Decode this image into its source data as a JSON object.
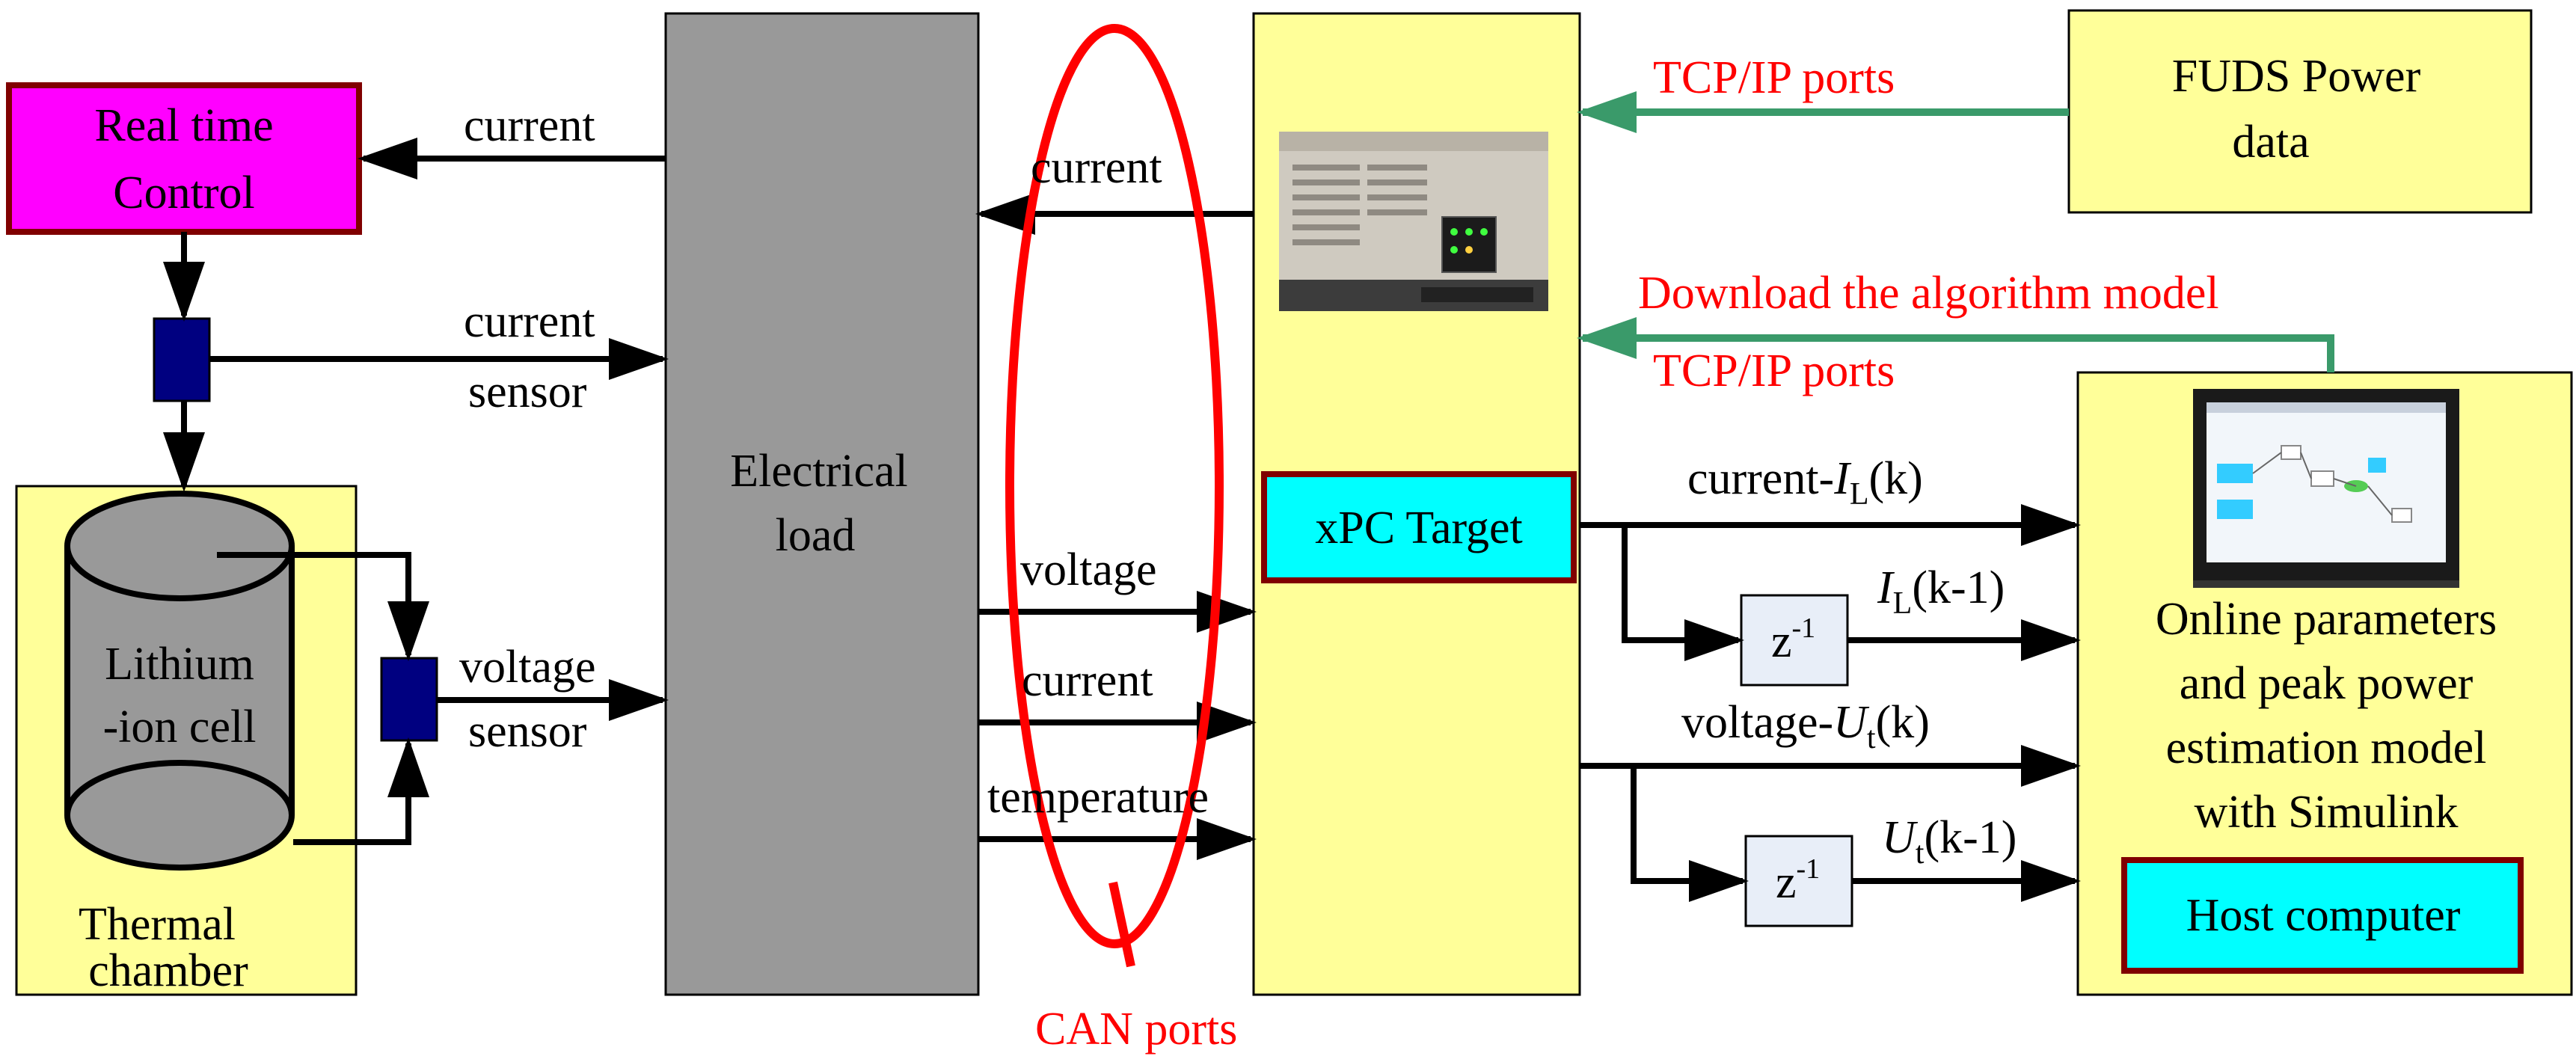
{
  "colors": {
    "yellow_fill": "#ffff99",
    "magenta_fill": "#ff00ff",
    "gray_fill": "#999999",
    "cyan_fill": "#00ffff",
    "dark_red_border": "#800000",
    "sensor_blue": "#000080",
    "arrow_green": "#3a9a6a",
    "annotation_red": "#ff0000",
    "zbox_fill": "#e8eef8"
  },
  "blocks": {
    "real_time_control": [
      "Real time",
      "Control"
    ],
    "thermal_chamber": [
      "Thermal",
      "chamber"
    ],
    "lithium_cell": [
      "Lithium",
      "-ion cell"
    ],
    "electrical_load": [
      "Electrical",
      "load"
    ],
    "xpc_target": "xPC Target",
    "fuds": [
      "FUDS Power",
      "data"
    ],
    "host_model": [
      "Online parameters",
      "and peak power",
      "estimation model",
      "with Simulink"
    ],
    "host_computer": "Host computer",
    "delay_1": {
      "base": "z",
      "exp": "-1"
    },
    "delay_2": {
      "base": "z",
      "exp": "-1"
    }
  },
  "labels": {
    "current_to_rtc": "current",
    "current_sensor": [
      "current",
      "sensor"
    ],
    "voltage_sensor": [
      "voltage",
      "sensor"
    ],
    "current_from_xpc": "current",
    "voltage_can": "voltage",
    "current_can": "current",
    "temperature_can": "temperature",
    "tcp_ip_1": "TCP/IP  ports",
    "download": "Download the algorithm model",
    "tcp_ip_2": "TCP/IP  ports",
    "can_ports": "CAN ports",
    "current_IL": {
      "prefix": "current-",
      "var": "I",
      "sub": "L",
      "suffix": "(k)"
    },
    "IL_prev": {
      "var": "I",
      "sub": "L",
      "suffix": "(k-1)"
    },
    "voltage_Ut": {
      "prefix": "voltage-",
      "var": "U",
      "sub": "t",
      "suffix": "(k)"
    },
    "Ut_prev": {
      "var": "U",
      "sub": "t",
      "suffix": "(k-1)"
    }
  }
}
